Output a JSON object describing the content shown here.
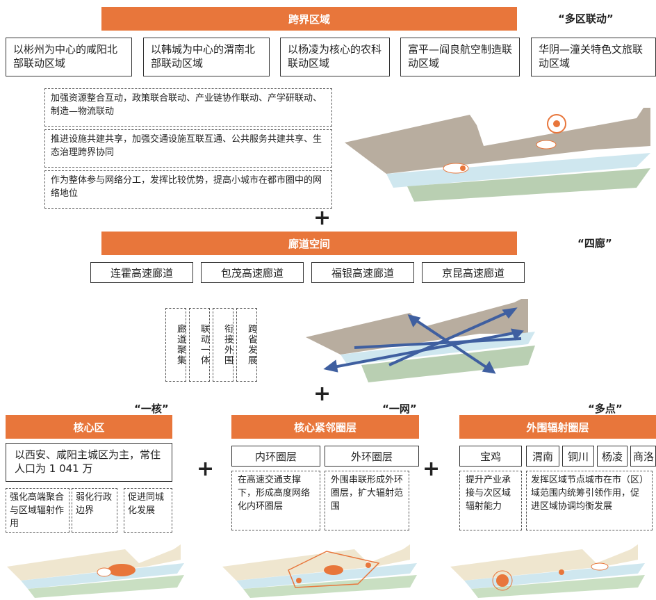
{
  "section1": {
    "bar": "跨界区域",
    "quote": "“多区联动”",
    "boxes": [
      "以彬州为中心的咸阳北部联动区域",
      "以韩城为中心的渭南北部联动区域",
      "以杨凌为核心的农科联动区域",
      "富平—阎良航空制造联动区域",
      "华阴—潼关特色文旅联动区域"
    ],
    "notes": [
      "加强资源整合互动，政策联合联动、产业链协作联动、产学研联动、制造—物流联动",
      "推进设施共建共享，加强交通设施互联互通、公共服务共建共享、生态治理跨界协同",
      "作为整体参与网络分工，发挥比较优势，提高小城市在都市圈中的网络地位"
    ]
  },
  "plus_symbol": "+",
  "section2": {
    "bar": "廊道空间",
    "quote": "“四廊”",
    "corridors": [
      "连霍高速廊道",
      "包茂高速廊道",
      "福银高速廊道",
      "京昆高速廊道"
    ],
    "vertical_tags": [
      "廊道聚集",
      "联动一体",
      "衔接外围",
      "跨省发展"
    ]
  },
  "section3": {
    "core": {
      "quote": "“一核”",
      "bar": "核心区",
      "desc": "以西安、咸阳主城区为主，常住人口为 1 041 万",
      "notes": [
        "强化高端聚合与区域辐射作用",
        "弱化行政边界",
        "促进同城化发展"
      ]
    },
    "adjacent": {
      "quote": "“一网”",
      "bar": "核心紧邻圈层",
      "tabs": [
        "内环圈层",
        "外环圈层"
      ],
      "notes": [
        "在高速交通支撑下，形成高度网络化内环圈层",
        "外围串联形成外环圈层，扩大辐射范围"
      ]
    },
    "outer": {
      "quote": "“多点”",
      "bar": "外围辐射圈层",
      "cities": [
        "宝鸡",
        "渭南",
        "铜川",
        "杨凌",
        "商洛"
      ],
      "notes": [
        "提升产业承接与次区域辐射能力",
        "发挥区域节点城市在市（区）域范围内统筹引领作用，促进区域协调均衡发展"
      ]
    }
  },
  "colors": {
    "accent": "#e8763b",
    "band_gray": "#b8ad9f",
    "band_blue": "#cfe7ef",
    "band_green": "#b9cfb2",
    "arrow": "#3f5fa0"
  }
}
